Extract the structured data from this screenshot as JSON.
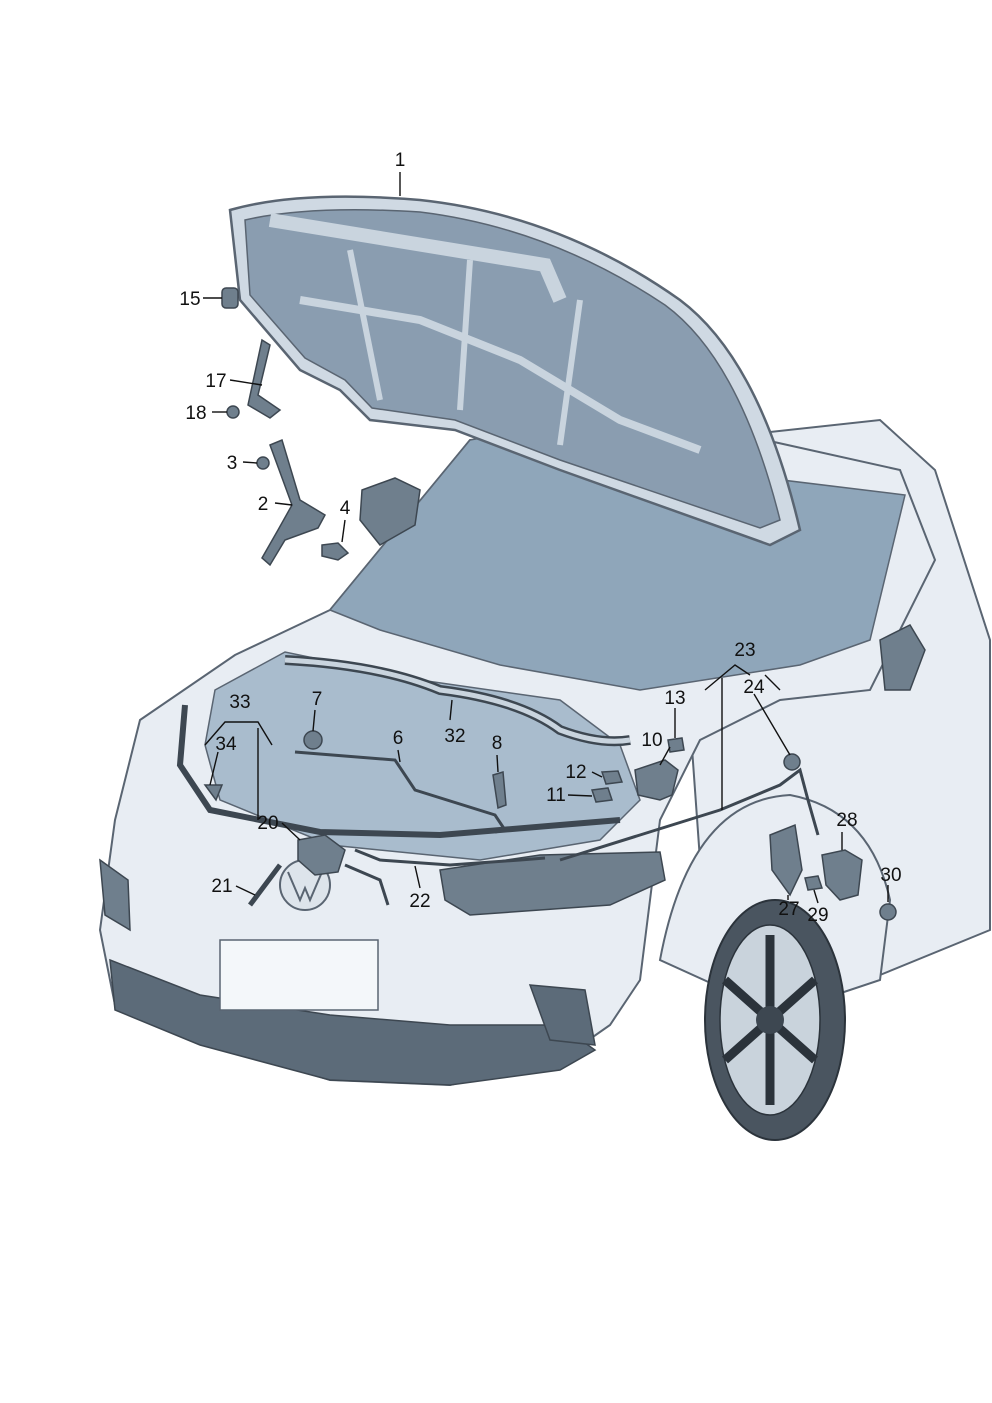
{
  "colors": {
    "body_fill": "#e8edf3",
    "body_stroke": "#5a6572",
    "panel_fill": "#a9bccd",
    "glass_fill": "#8fa6ba",
    "hood_under": "#8a9db0",
    "hood_rim": "#cfd9e3",
    "part_fill": "#6f7f8d",
    "part_dark": "#3d4751",
    "grille": "#5c6b79",
    "label": "#111111"
  },
  "callouts": [
    {
      "id": "c1",
      "text": "1"
    },
    {
      "id": "c2",
      "text": "2"
    },
    {
      "id": "c3",
      "text": "3"
    },
    {
      "id": "c4",
      "text": "4"
    },
    {
      "id": "c6",
      "text": "6"
    },
    {
      "id": "c7",
      "text": "7"
    },
    {
      "id": "c8",
      "text": "8"
    },
    {
      "id": "c10",
      "text": "10"
    },
    {
      "id": "c11",
      "text": "11"
    },
    {
      "id": "c12",
      "text": "12"
    },
    {
      "id": "c13",
      "text": "13"
    },
    {
      "id": "c15",
      "text": "15"
    },
    {
      "id": "c17",
      "text": "17"
    },
    {
      "id": "c18",
      "text": "18"
    },
    {
      "id": "c20",
      "text": "20"
    },
    {
      "id": "c21",
      "text": "21"
    },
    {
      "id": "c22",
      "text": "22"
    },
    {
      "id": "c23",
      "text": "23"
    },
    {
      "id": "c24",
      "text": "24"
    },
    {
      "id": "c27",
      "text": "27"
    },
    {
      "id": "c28",
      "text": "28"
    },
    {
      "id": "c29",
      "text": "29"
    },
    {
      "id": "c30",
      "text": "30"
    },
    {
      "id": "c32",
      "text": "32"
    },
    {
      "id": "c33",
      "text": "33"
    },
    {
      "id": "c34",
      "text": "34"
    }
  ]
}
